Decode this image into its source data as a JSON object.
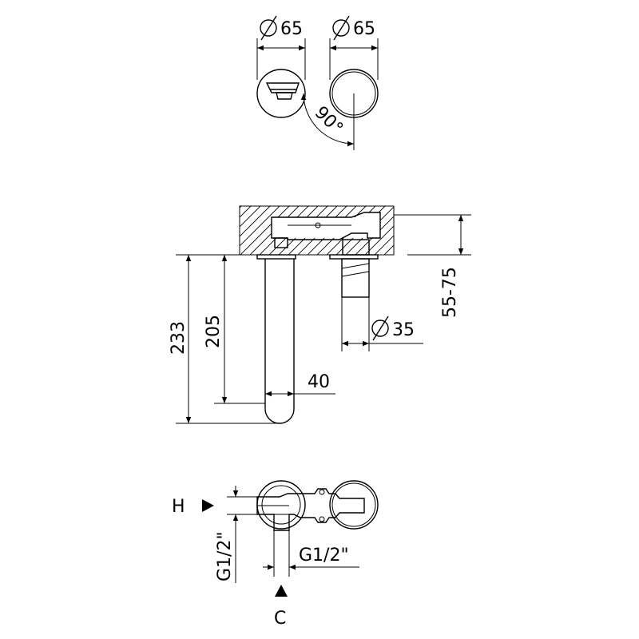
{
  "top_view": {
    "dia_left": "65",
    "dia_right": "65",
    "angle": "90°"
  },
  "side_view": {
    "height_total": "233",
    "height_spout": "205",
    "spout_width": "40",
    "dia_handle": "35",
    "depth_range": "55-75"
  },
  "bottom_view": {
    "hot_label": "H",
    "cold_label": "C",
    "thread_vertical": "G1/2\"",
    "thread_horizontal": "G1/2\""
  }
}
